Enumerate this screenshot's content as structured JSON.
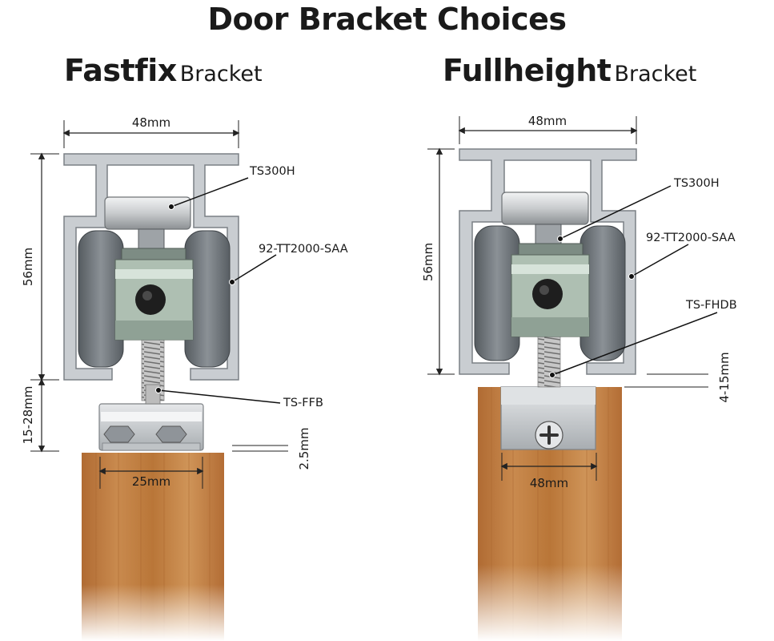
{
  "title": "Door Bracket Choices",
  "colors": {
    "aluminium": "#c9cdd1",
    "wood": "#bf7a3e",
    "wheel": "#6d7378",
    "body": "#aebfb2"
  },
  "panels": [
    {
      "title_bold": "Fastfix",
      "title_light": "Bracket",
      "dims": {
        "width": "48mm",
        "height": "56mm",
        "gap": "15-28mm",
        "plate": "2.5mm",
        "base": "25mm"
      },
      "labels": {
        "top": "TS300H",
        "hanger": "92-TT2000-SAA",
        "bracket": "TS-FFB"
      }
    },
    {
      "title_bold": "Fullheight",
      "title_light": "Bracket",
      "dims": {
        "width": "48mm",
        "height": "56mm",
        "gap": "4-15mm",
        "base": "48mm"
      },
      "labels": {
        "top": "TS300H",
        "hanger": "92-TT2000-SAA",
        "bracket": "TS-FHDB"
      }
    }
  ]
}
